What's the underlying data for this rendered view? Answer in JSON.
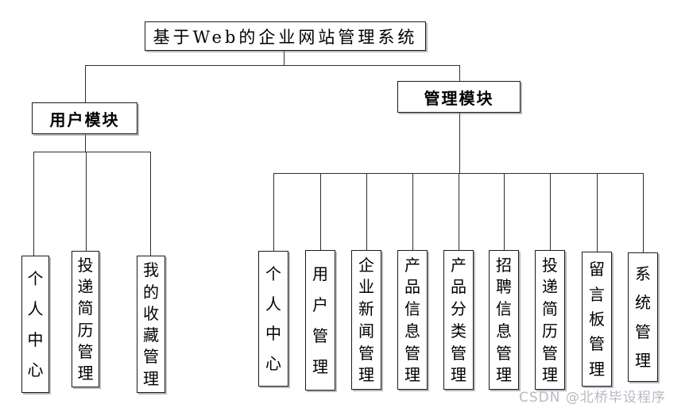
{
  "diagram": {
    "title": "基于Web的企业网站管理系统",
    "modules": [
      {
        "label": "用户模块",
        "children": [
          "个人中心",
          "投递简历管理",
          "我的收藏管理"
        ]
      },
      {
        "label": "管理模块",
        "children": [
          "个人中心",
          "用户管理",
          "企业新闻管理",
          "产品信息管理",
          "产品分类管理",
          "招聘信息管理",
          "投递简历管理",
          "留言板管理",
          "系统管理"
        ]
      }
    ]
  },
  "watermark": {
    "text": "CSDN @北桥毕设程序"
  },
  "colors": {
    "background": "#ffffff",
    "line": "#2f2f2f",
    "border": "#1a1a1a",
    "shadow": "#8c8c8c",
    "watermark": "#b6bac3"
  }
}
